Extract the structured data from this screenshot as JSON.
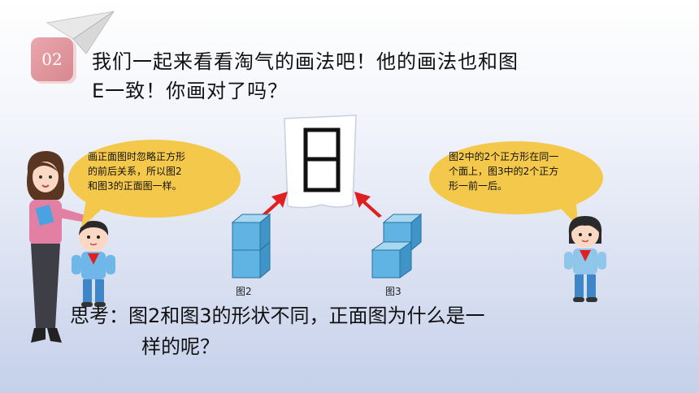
{
  "badge": {
    "number": "02"
  },
  "title": {
    "line1": "我们一起来看看淘气的画法吧！他的画法也和图",
    "line2": "E一致！你画对了吗？"
  },
  "bubble_left": {
    "lines": [
      "画正面图时忽略正方形",
      "的前后关系，所以图2",
      "和图3的正面图一样。"
    ]
  },
  "bubble_right": {
    "lines": [
      "图2中的2个正方形在同一",
      "个面上，图3中的2个正方",
      "形一前一后。"
    ]
  },
  "figures": {
    "fig2_label": "图2",
    "fig3_label": "图3"
  },
  "think": {
    "line1": "思考：图2和图3的形状不同，正面图为什么是一",
    "line2": "样的呢？"
  },
  "colors": {
    "cube_blue": "#5fb4e3",
    "bubble_yellow": "#f4c84a",
    "arrow_red": "#e02020",
    "badge_pink": "#e09aa1"
  }
}
